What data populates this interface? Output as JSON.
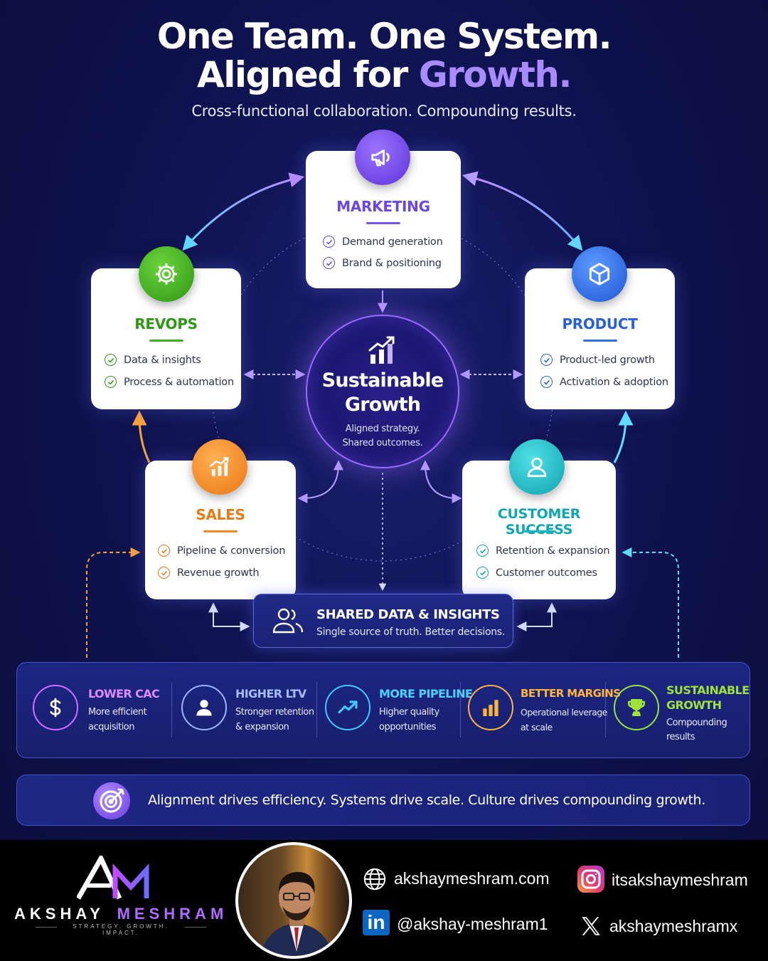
{
  "header": {
    "title_line1": "One Team. One System.",
    "title_line2_prefix": "Aligned for",
    "title_line2_accent": "Growth.",
    "subtitle": "Cross-functional collaboration. Compounding results."
  },
  "colors": {
    "background": "#0f1350",
    "accent_purple": "#a98bff",
    "marketing": "#7a52f0",
    "revops": "#3fae24",
    "product": "#2f6fe8",
    "sales": "#f08a24",
    "customer_success": "#14b8c4"
  },
  "cards": {
    "marketing": {
      "title": "MARKETING",
      "icon": "megaphone-icon",
      "items": [
        "Demand generation",
        "Brand & positioning"
      ]
    },
    "revops": {
      "title": "REVOPS",
      "icon": "gear-icon",
      "items": [
        "Data & insights",
        "Process & automation"
      ]
    },
    "product": {
      "title": "PRODUCT",
      "icon": "cube-icon",
      "items": [
        "Product-led growth",
        "Activation & adoption"
      ]
    },
    "sales": {
      "title": "SALES",
      "icon": "growth-chart-icon",
      "items": [
        "Pipeline & conversion",
        "Revenue growth"
      ]
    },
    "customer_success": {
      "title": "CUSTOMER SUCCESS",
      "icon": "user-icon",
      "items": [
        "Retention & expansion",
        "Customer outcomes"
      ]
    }
  },
  "center": {
    "icon": "bar-chart-arrow-icon",
    "title_line1": "Sustainable",
    "title_line2": "Growth",
    "sub_line1": "Aligned strategy.",
    "sub_line2": "Shared outcomes."
  },
  "shared_data": {
    "icon": "users-icon",
    "title": "SHARED DATA & INSIGHTS",
    "subtitle": "Single source of truth. Better decisions."
  },
  "benefits": [
    {
      "icon": "dollar-icon",
      "title_line1": "LOWER CAC",
      "title_line2": "",
      "sub_line1": "More efficient",
      "sub_line2": "acquisition"
    },
    {
      "icon": "user-icon",
      "title_line1": "HIGHER LTV",
      "title_line2": "",
      "sub_line1": "Stronger retention",
      "sub_line2": "& expansion"
    },
    {
      "icon": "trend-up-icon",
      "title_line1": "MORE PIPELINE",
      "title_line2": "",
      "sub_line1": "Higher quality",
      "sub_line2": "opportunities"
    },
    {
      "icon": "bar-chart-icon",
      "title_line1": "BETTER MARGINS",
      "title_line2": "",
      "sub_line1": "Operational leverage",
      "sub_line2": "at scale"
    },
    {
      "icon": "trophy-icon",
      "title_line1": "SUSTAINABLE",
      "title_line2": "GROWTH",
      "sub_line1": "Compounding",
      "sub_line2": "results"
    }
  ],
  "tagline": {
    "icon": "target-icon",
    "text": "Alignment drives efficiency. Systems drive scale. Culture drives compounding growth."
  },
  "footer": {
    "logo_letters": "AM",
    "name_first": "AKSHAY",
    "name_last": "MESHRAM",
    "tagline": "STRATEGY. GROWTH. IMPACT.",
    "website": "akshaymeshram.com",
    "linkedin": "@akshay-meshram1",
    "instagram": "itsakshaymeshram",
    "x": "akshaymeshramx"
  }
}
